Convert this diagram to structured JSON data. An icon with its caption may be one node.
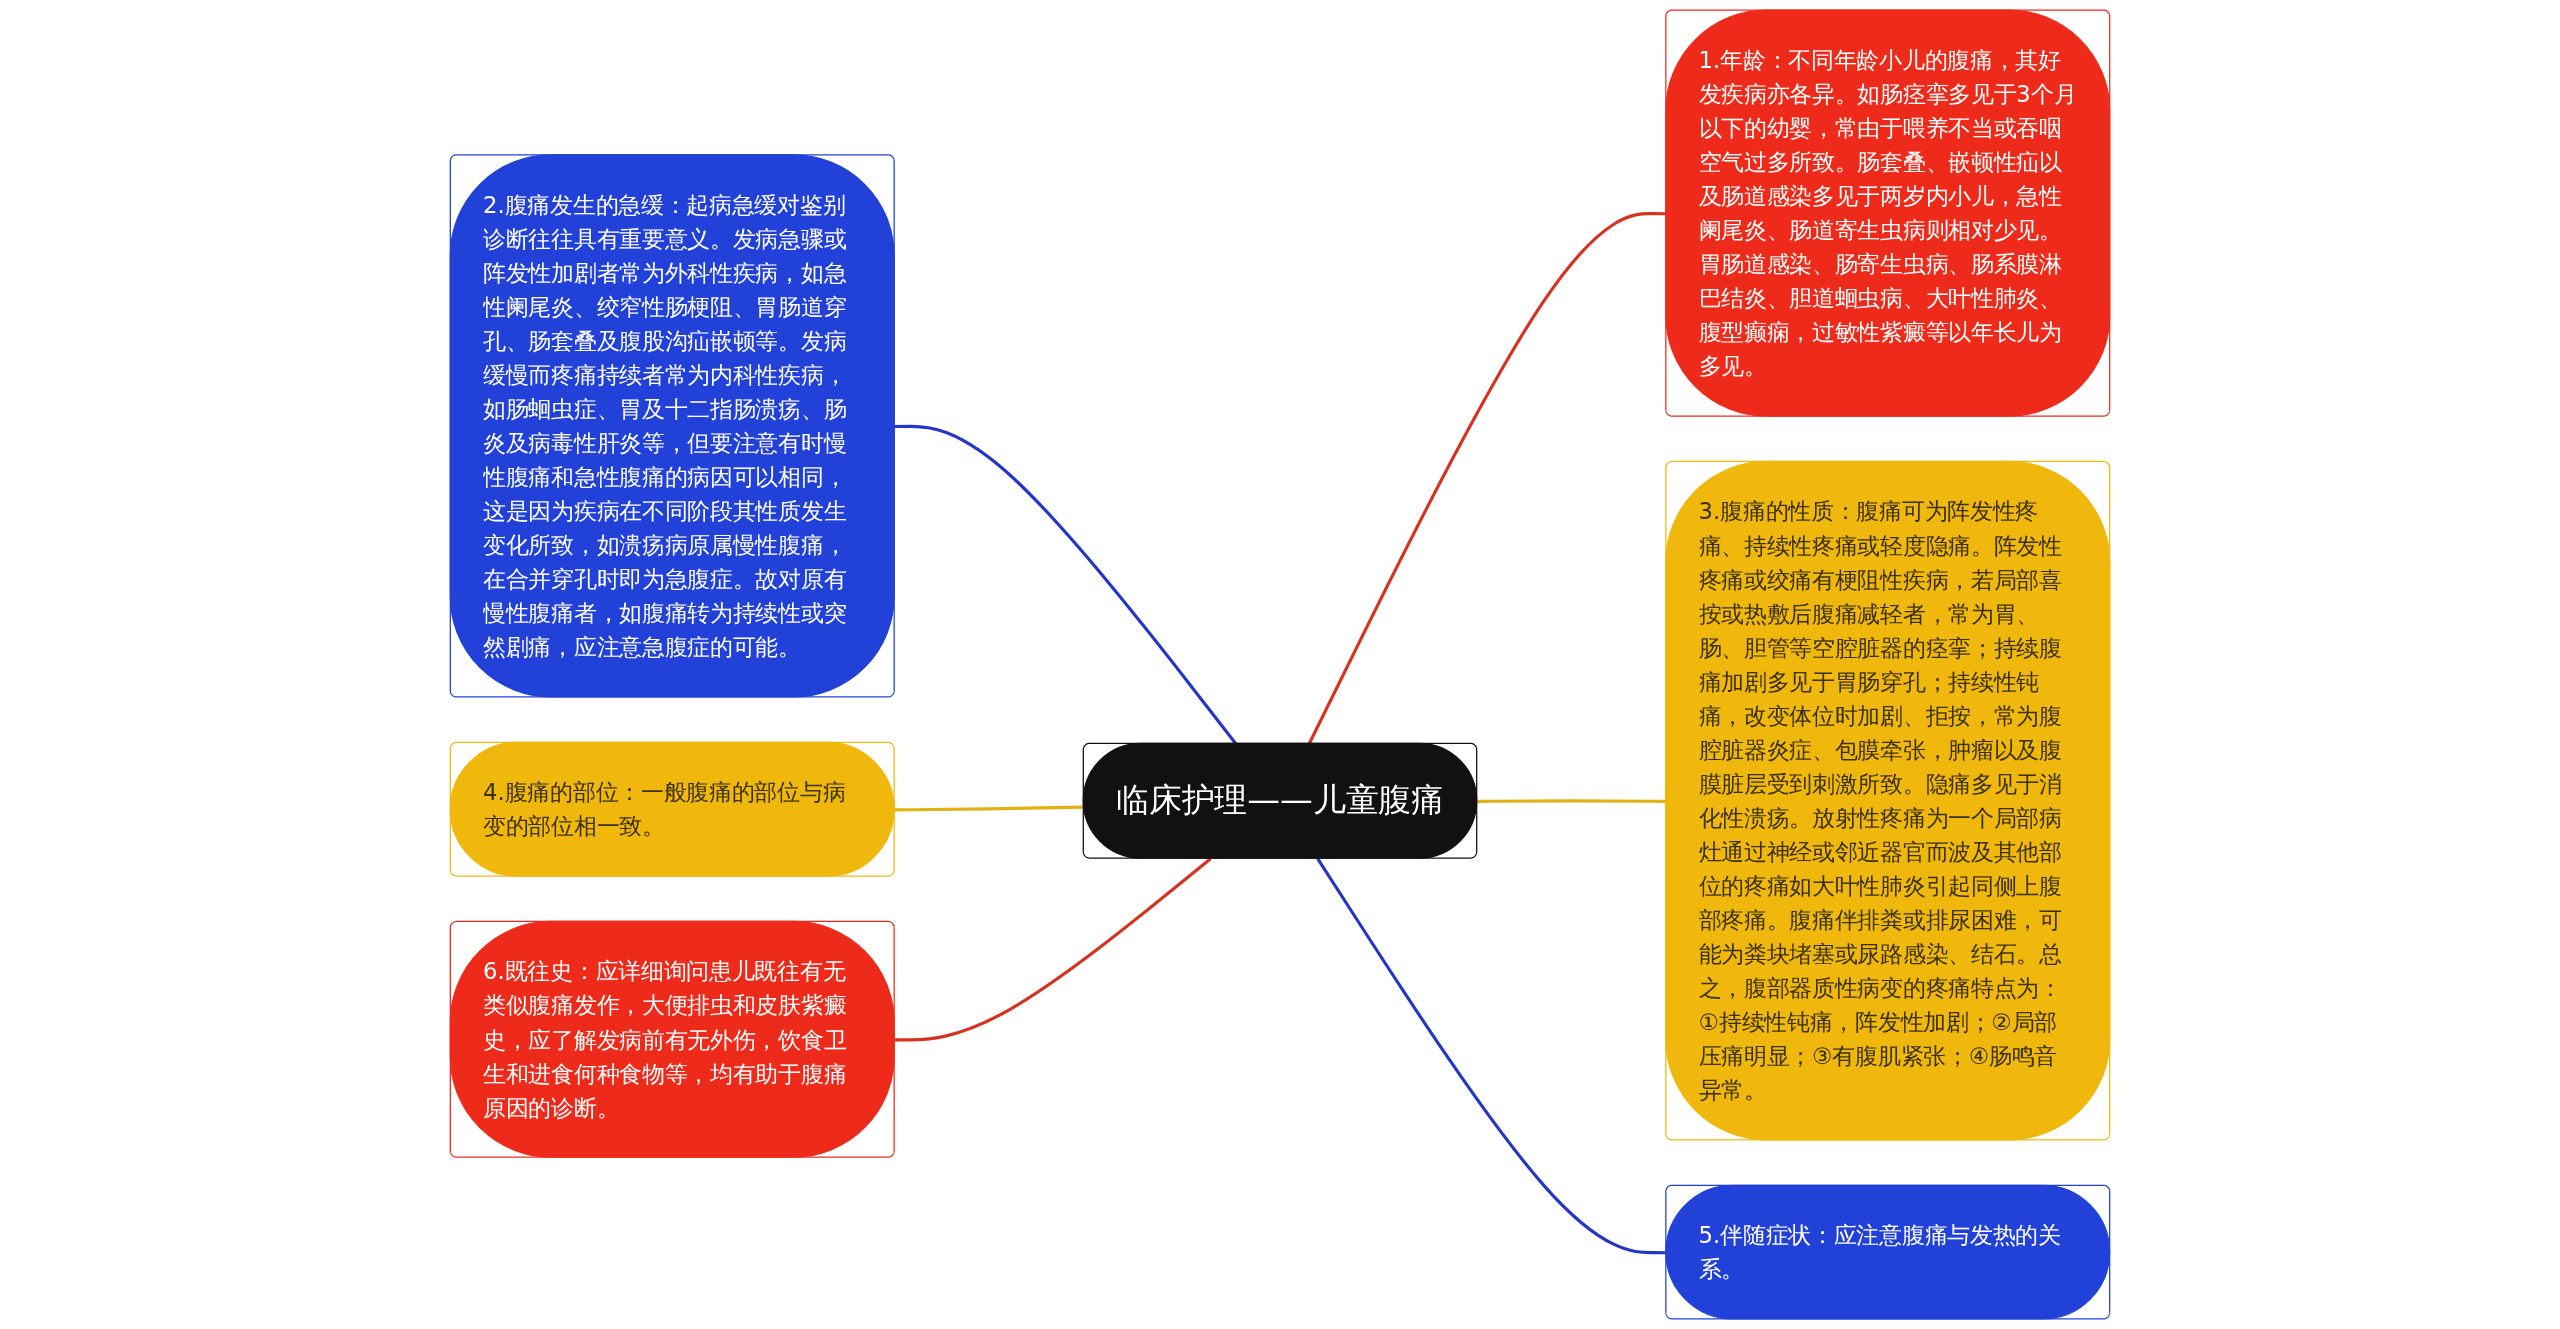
{
  "diagram": {
    "nodes": [
      {
        "text": [
          "临床护理——儿童腹痛"
        ]
      },
      {
        "text": [
          "1.年龄：不同年龄小儿的腹痛，其好发疾病亦各异。如肠痉挛多见于3个月以下的幼婴，常由于喂养不当或吞咽空气过多所致。肠套叠、嵌顿性疝以及肠道感染多见于两岁内小儿，急性阑尾炎、肠道寄生虫病则相对少见。胃肠道感染、肠寄生虫病、肠系膜淋巴结炎、胆道蛔虫病、大叶性肺炎、腹型癫痫，过敏性紫癜等以年长儿为多见。"
        ]
      },
      {
        "text": [
          "2.腹痛发生的急缓：起病急缓对鉴别诊断往往具有重要意义。发病急骤或阵发性加剧者常为外科性疾病，如急性阑尾炎、绞窄性肠梗阻、胃肠道穿孔、肠套叠及腹股沟疝嵌顿等。发病缓慢而疼痛持续者常为内科性疾病，如肠蛔虫症、胃及十二指肠溃疡、肠炎及病毒性肝炎等，但要注意有时慢性腹痛和急性腹痛的病因可以相同，这是因为疾病在不同阶段其性质发生变化所致，如溃疡病原属慢性腹痛，在合并穿孔时即为急腹症。故对原有慢性腹痛者，如腹痛转为持续性或突然剧痛，应注意急腹症的可能。"
        ]
      },
      {
        "text": [
          "3.腹痛的性质：腹痛可为阵发性疼痛、持续性疼痛或轻度隐痛。阵发性疼痛或绞痛有梗阻性疾病，若局部喜按或热敷后腹痛减轻者，常为胃、肠、胆管等空腔脏器的痉挛；持续腹痛加剧多见于胃肠穿孔；持续性钝痛，改变体位时加剧、拒按，常为腹腔脏器炎症、包膜牵张，肿瘤以及腹膜脏层受到刺激所致。隐痛多见于消化性溃疡。放射性疼痛为一个局部病灶通过神经或邻近器官而波及其他部位的疼痛如大叶性肺炎引起同侧上腹部疼痛。腹痛伴排粪或排尿困难，可能为粪块堵塞或尿路感染、结石。总之，腹部器质性病变的疼痛特点为：①持续性钝痛，阵发性加剧；②局部压痛明显；③有腹肌紧张；④肠鸣音异常。"
        ]
      },
      {
        "text": [
          "4.腹痛的部位：一般腹痛的部位与病变的部位相一致。"
        ]
      },
      {
        "text": [
          "5.伴随症状：应注意腹痛与发热的关系。"
        ]
      },
      {
        "text": [
          "6.既往史：应详细询问患儿既往有无类似腹痛发作，大便排虫和皮肤紫癜史，应了解发病前有无外伤，饮食卫生和进食何种食物等，均有助于腹痛原因的诊断。"
        ]
      }
    ],
    "edges": [
      {
        "from": 0,
        "to": 1,
        "arrow": "none",
        "color": "#d7311f"
      },
      {
        "from": 2,
        "to": 0,
        "arrow": "none",
        "color": "#2436c8"
      },
      {
        "from": 0,
        "to": 3,
        "arrow": "none",
        "color": "#e6b110"
      },
      {
        "from": 4,
        "to": 0,
        "arrow": "none",
        "color": "#e6b110"
      },
      {
        "from": 0,
        "to": 5,
        "arrow": "none",
        "color": "#2436c8"
      },
      {
        "from": 6,
        "to": 0,
        "arrow": "none",
        "color": "#d7311f"
      }
    ]
  }
}
